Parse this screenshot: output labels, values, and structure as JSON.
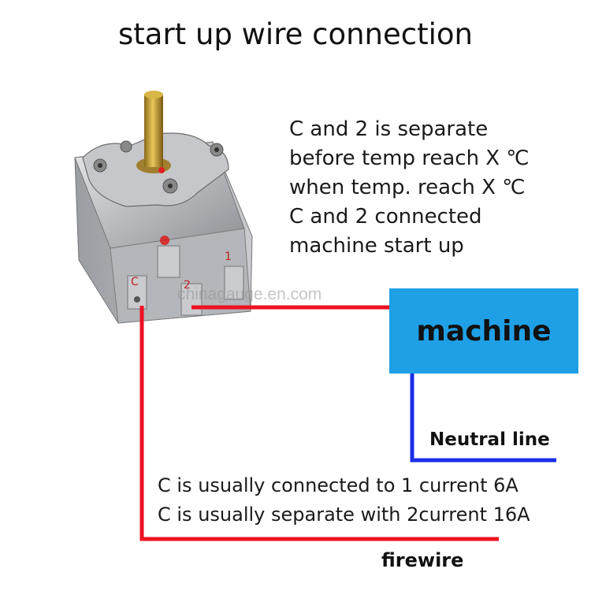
{
  "title": "start up wire connection",
  "description": [
    "C and 2 is separate",
    "before temp reach X ℃",
    "when temp. reach X ℃",
    "C and 2 connected",
    "machine start up"
  ],
  "machine_label": "machine",
  "neutral_label": "Neutral line",
  "notes": [
    "C is usually connected to 1 current 6A",
    "C is usually separate with 2current 16A"
  ],
  "firewire_label": "firewire",
  "terminal_labels": {
    "c": "C",
    "two": "2",
    "one": "1"
  },
  "watermark": "chinagauge.en.com",
  "colors": {
    "fire_wire": "#ee1122",
    "neutral_wire": "#1a2ee8",
    "machine_box": "#1fa0e6"
  }
}
